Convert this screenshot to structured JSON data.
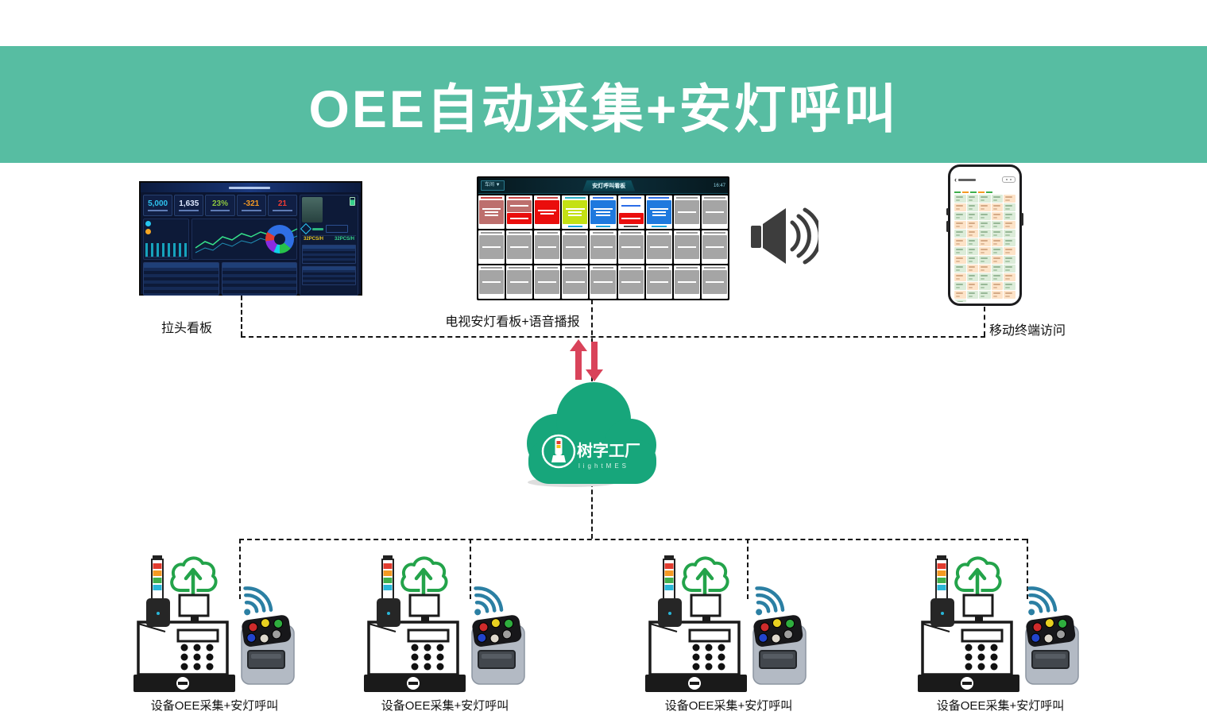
{
  "banner": {
    "title": "OEE自动采集+安灯呼叫"
  },
  "theme": {
    "banner_green": "#57bda2",
    "cloud_green": "#17a67b",
    "arrow_red": "#d9435a",
    "wifi_teal": "#2b7fa3",
    "upload_green": "#23a34a",
    "connector_black": "#141414"
  },
  "nodes": {
    "dashboard": {
      "label": "拉头看板",
      "kpis": [
        {
          "value": "5,000",
          "color": "#2fc4f0"
        },
        {
          "value": "1,635",
          "color": "#dfe9ff"
        },
        {
          "value": "23%",
          "color": "#8dc63f"
        },
        {
          "value": "-321",
          "color": "#f59a23"
        },
        {
          "value": "21",
          "color": "#ef3b33"
        }
      ],
      "stats": [
        {
          "value": "32PCS/H",
          "color": "#e8c521"
        },
        {
          "value": "32PCS/H",
          "color": "#35d08a"
        }
      ]
    },
    "tv": {
      "label": "电视安灯看板+语音播报",
      "header": {
        "select": "车间 ▼",
        "title": "安灯呼叫看板",
        "time": "16:47"
      },
      "rows": [
        [
          {
            "t": "#cc4444",
            "b": [
              {
                "c": "#bd6f6d",
                "n": 3
              }
            ]
          },
          {
            "t": "#cc4444",
            "b": [
              {
                "c": "#bd6f6d",
                "n": 1
              },
              {
                "c": "#ea0d0c",
                "n": 1
              }
            ]
          },
          {
            "t": "#cc4444",
            "b": [
              {
                "c": "#ea0d0c",
                "n": 2
              }
            ]
          },
          {
            "t": "#2bb0c8",
            "b": [
              {
                "c": "#c4e114",
                "n": 3
              }
            ],
            "f": "#1ba6e0"
          },
          {
            "t": "#2b6de8",
            "b": [
              {
                "c": "#1e79de",
                "n": 3
              }
            ],
            "f": "#1ba6e0"
          },
          {
            "t": "#2b6de8",
            "b": [
              {
                "c": "#ffffff",
                "n": 1,
                "tc": "#2b6de8"
              },
              {
                "c": "#ea0d0c",
                "n": 1
              }
            ],
            "f": "#555555"
          },
          {
            "t": "#2b6de8",
            "b": [
              {
                "c": "#1e79de",
                "n": 3
              }
            ],
            "f": "#1ba6e0"
          },
          {
            "t": "#9a9a9a",
            "b": [
              {
                "c": "#a5a5a5",
                "n": 1
              }
            ]
          },
          {
            "t": "#9a9a9a",
            "b": [
              {
                "c": "#a5a5a5",
                "n": 1
              }
            ]
          }
        ],
        [
          {
            "t": "#9a9a9a",
            "b": [
              {
                "c": "#a5a5a5",
                "n": 1
              }
            ]
          },
          {
            "t": "#9a9a9a",
            "b": [
              {
                "c": "#a5a5a5",
                "n": 1
              }
            ]
          },
          {
            "t": "#9a9a9a",
            "b": [
              {
                "c": "#a5a5a5",
                "n": 1
              }
            ]
          },
          {
            "t": "#9a9a9a",
            "b": [
              {
                "c": "#a5a5a5",
                "n": 1
              }
            ]
          },
          {
            "t": "#9a9a9a",
            "b": [
              {
                "c": "#a5a5a5",
                "n": 1
              }
            ]
          },
          {
            "t": "#9a9a9a",
            "b": [
              {
                "c": "#a5a5a5",
                "n": 1
              }
            ]
          },
          {
            "t": "#9a9a9a",
            "b": [
              {
                "c": "#a5a5a5",
                "n": 1
              }
            ]
          },
          {
            "t": "#9a9a9a",
            "b": [
              {
                "c": "#a5a5a5",
                "n": 1
              }
            ]
          },
          {
            "t": "#9a9a9a",
            "b": [
              {
                "c": "#a5a5a5",
                "n": 1
              }
            ]
          }
        ],
        [
          {
            "t": "#9a9a9a",
            "b": [
              {
                "c": "#a5a5a5",
                "n": 1
              }
            ]
          },
          {
            "t": "#9a9a9a",
            "b": [
              {
                "c": "#a5a5a5",
                "n": 1
              }
            ]
          },
          {
            "t": "#9a9a9a",
            "b": [
              {
                "c": "#a5a5a5",
                "n": 1
              }
            ]
          },
          {
            "t": "#9a9a9a",
            "b": [
              {
                "c": "#a5a5a5",
                "n": 1
              }
            ]
          },
          {
            "t": "#9a9a9a",
            "b": [
              {
                "c": "#a5a5a5",
                "n": 1
              }
            ]
          },
          {
            "t": "#9a9a9a",
            "b": [
              {
                "c": "#a5a5a5",
                "n": 1
              }
            ]
          },
          {
            "t": "#9a9a9a",
            "b": [
              {
                "c": "#a5a5a5",
                "n": 1
              }
            ]
          },
          {
            "t": "#9a9a9a",
            "b": [
              {
                "c": "#a5a5a5",
                "n": 1
              }
            ]
          },
          {
            "t": "#9a9a9a",
            "b": [
              {
                "c": "#a5a5a5",
                "n": 1
              }
            ]
          }
        ]
      ]
    },
    "phone": {
      "label": "移动终端访问",
      "rows": [
        "ggggo",
        "ogoog",
        "gggog",
        "ooggo",
        "goggg",
        "ogoog",
        "ggogo",
        "oggog",
        "googg",
        "ogggo",
        "gogog",
        "oggoo",
        "gxxxx"
      ]
    },
    "cloud": {
      "name": "树字工厂",
      "sub": "lightMES"
    },
    "devices": {
      "label": "设备OEE采集+安灯呼叫",
      "count": 4
    }
  }
}
